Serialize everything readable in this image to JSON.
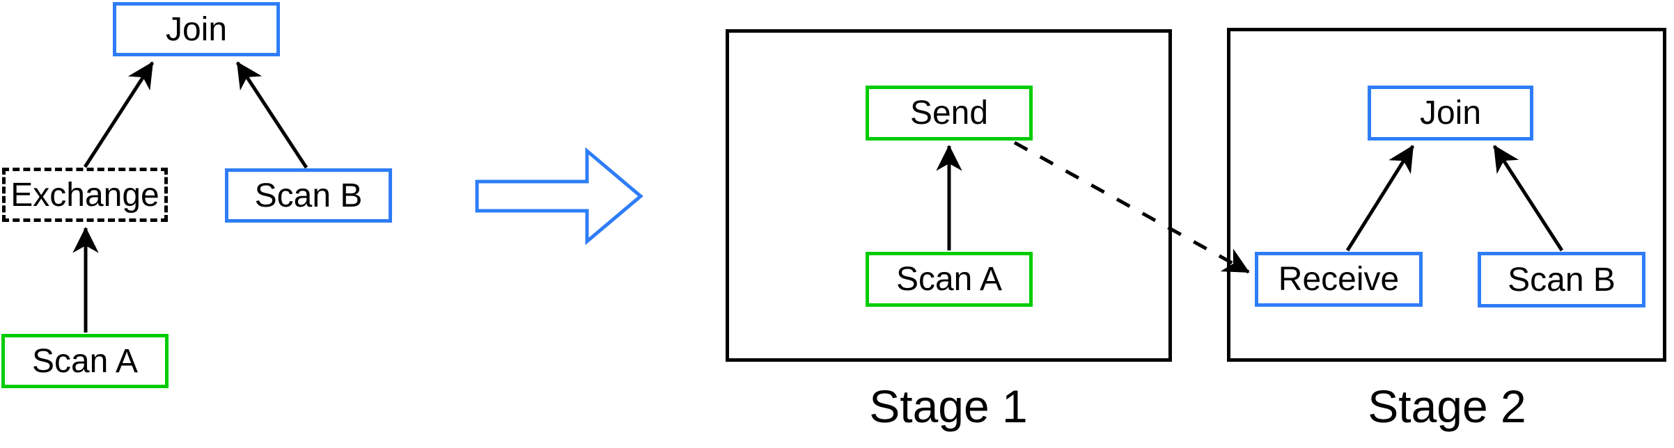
{
  "colors": {
    "node_blue": "#2e7df7",
    "node_green": "#00cc00",
    "edge_black": "#000000",
    "transform_arrow_blue": "#2e7df7"
  },
  "original_plan": {
    "join": {
      "label": "Join"
    },
    "exchange": {
      "label": "Exchange"
    },
    "scan_b": {
      "label": "Scan B"
    },
    "scan_a": {
      "label": "Scan A"
    }
  },
  "stage1": {
    "caption": "Stage 1",
    "send": {
      "label": "Send"
    },
    "scan_a": {
      "label": "Scan A"
    }
  },
  "stage2": {
    "caption": "Stage 2",
    "join": {
      "label": "Join"
    },
    "receive": {
      "label": "Receive"
    },
    "scan_b": {
      "label": "Scan B"
    }
  }
}
